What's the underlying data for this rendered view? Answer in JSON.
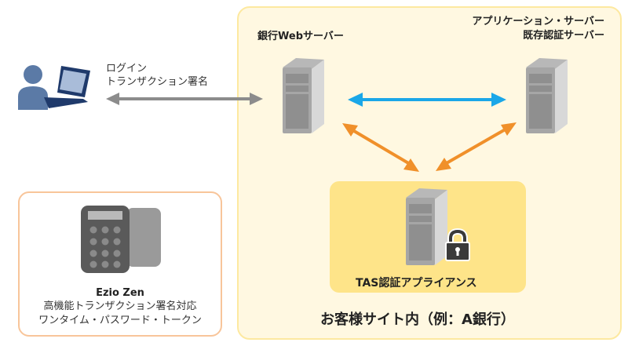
{
  "client": {
    "icon": "user-with-laptop-icon",
    "flow_label_lines": [
      "ログイン",
      "トランザクション署名"
    ]
  },
  "customer_site": {
    "title": "お客様サイト内（例：A銀行）",
    "bank_web_server": {
      "label": "銀行Webサーバー",
      "icon": "server-icon"
    },
    "app_server": {
      "label_lines": [
        "アプリケーション・サーバー",
        "既存認証サーバー"
      ],
      "icon": "server-icon"
    },
    "tas_appliance": {
      "label": "TAS認証アプライアンス",
      "icon": "locked-server-icon"
    }
  },
  "token": {
    "name": "Ezio Zen",
    "description_lines": [
      "高機能トランザクション署名対応",
      "ワンタイム・パスワード・トークン"
    ],
    "icon": "otp-token-device-icon"
  },
  "connections": [
    {
      "from": "client",
      "to": "bank_web_server",
      "color": "#8c8c8c"
    },
    {
      "from": "bank_web_server",
      "to": "app_server",
      "color": "#1aa7e8"
    },
    {
      "from": "bank_web_server",
      "to": "tas_appliance",
      "color": "#f0902a"
    },
    {
      "from": "app_server",
      "to": "tas_appliance",
      "color": "#f0902a"
    }
  ],
  "colors": {
    "site_bg": "#fff8e1",
    "tas_bg": "#fee489",
    "token_border": "#f8c59a",
    "user_icon": "#5b7aa6",
    "laptop": "#1f3a6b"
  }
}
